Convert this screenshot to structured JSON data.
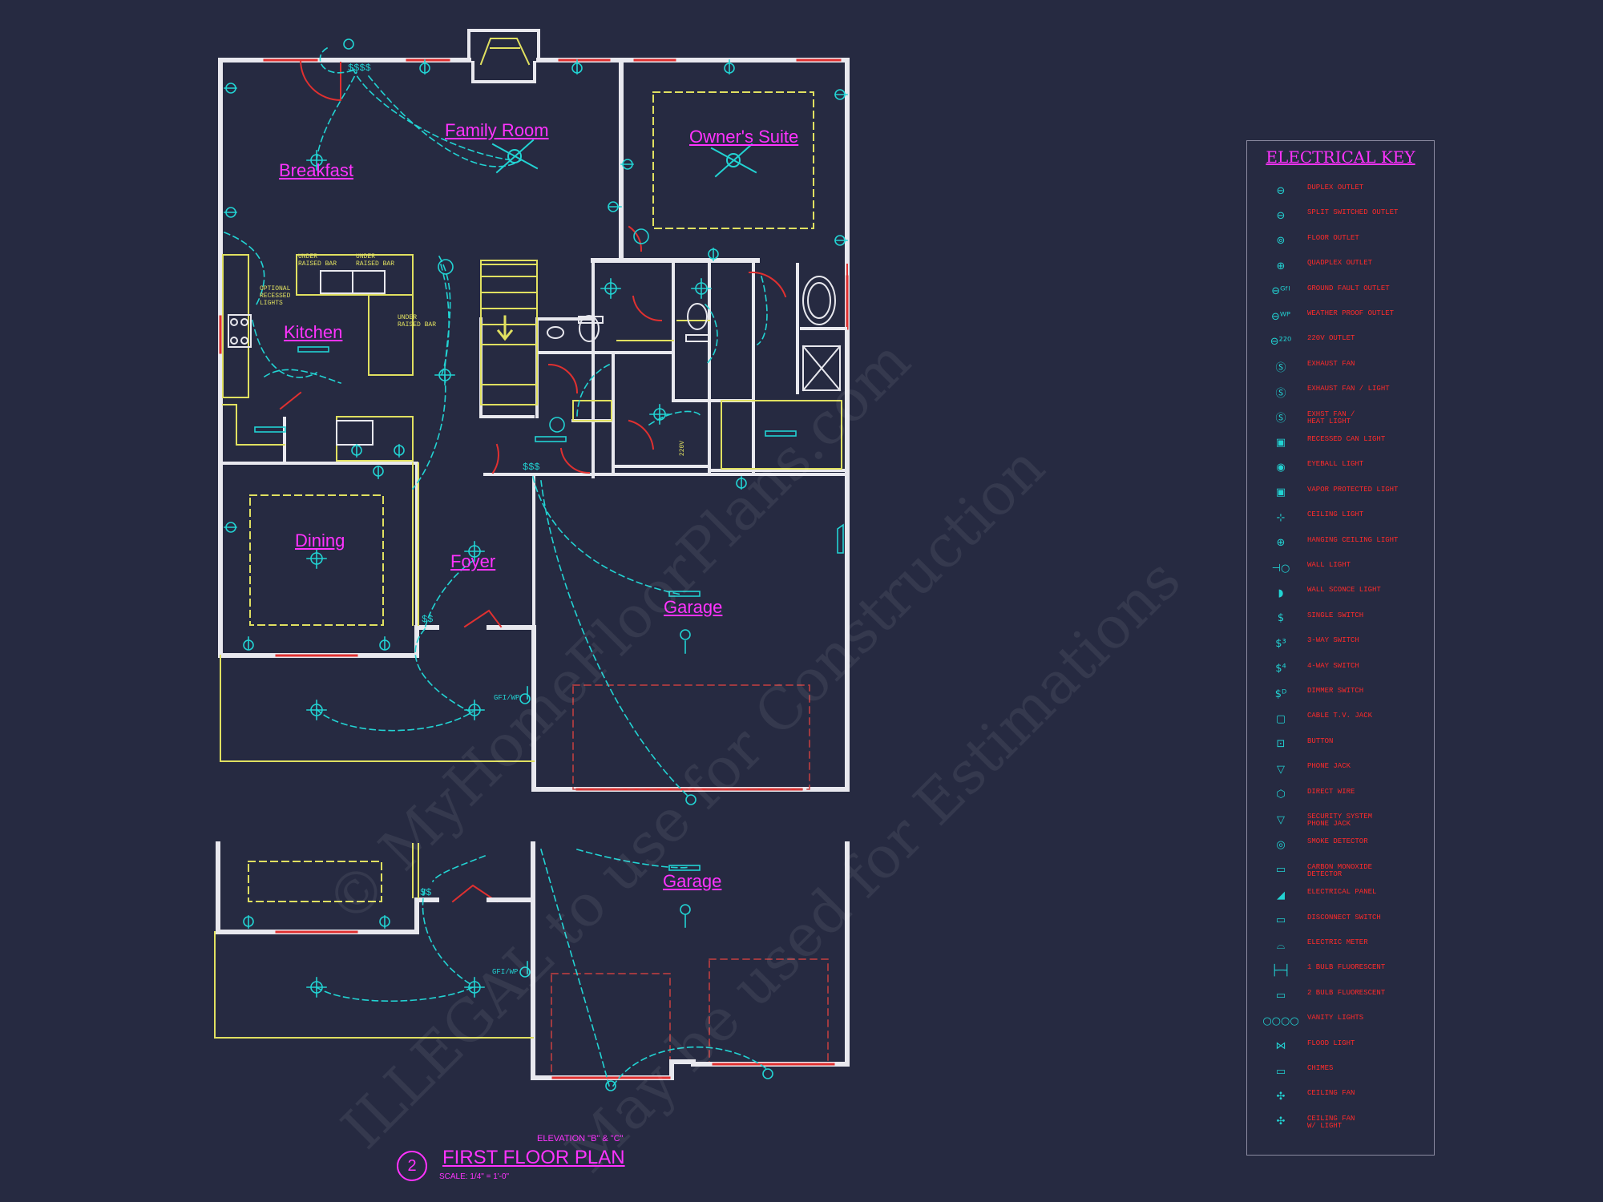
{
  "rooms": {
    "family_room": "Family Room",
    "breakfast": "Breakfast",
    "owners_suite": "Owner's Suite",
    "kitchen": "Kitchen",
    "dining": "Dining",
    "foyer": "Foyer",
    "garage": "Garage",
    "garage_alt": "Garage"
  },
  "notes": {
    "under_raised_bar_1": "UNDER\nRAISED BAR",
    "under_raised_bar_2": "UNDER\nRAISED BAR",
    "under_raised_bar_3": "UNDER\nRAISED BAR",
    "optional_recessed": "OPTIONAL\nRECESSED\nLIGHTS",
    "gfi_wp_1": "GFI/WP",
    "gfi_wp_2": "GFI/WP",
    "v220": "220V",
    "switches_1": "$$$$",
    "switches_2": "$$$",
    "switches_3": "$$",
    "switches_4": "$$"
  },
  "title_block": {
    "number": "2",
    "title": "FIRST FLOOR PLAN",
    "elevation": "ELEVATION \"B\" & \"C\"",
    "scale": "SCALE: 1/4\" = 1'-0\""
  },
  "watermark": {
    "line1": "© MyHomeFloorPlans.com",
    "line2": "ILLEGAL to use for Construction",
    "line3": "May be used for Estimations"
  },
  "key": {
    "title": "ELECTRICAL KEY",
    "items": [
      {
        "icon": "duplex-outlet-icon",
        "glyph": "⊖",
        "label": "DUPLEX OUTLET"
      },
      {
        "icon": "split-switched-outlet-icon",
        "glyph": "⊖",
        "label": "SPLIT SWITCHED OUTLET"
      },
      {
        "icon": "floor-outlet-icon",
        "glyph": "⊚",
        "label": "FLOOR OUTLET"
      },
      {
        "icon": "quadplex-outlet-icon",
        "glyph": "⊕",
        "label": "QUADPLEX OUTLET"
      },
      {
        "icon": "ground-fault-outlet-icon",
        "glyph": "⊖ᴳᶠᴵ",
        "label": "GROUND FAULT OUTLET"
      },
      {
        "icon": "weather-proof-outlet-icon",
        "glyph": "⊖ᵂᴾ",
        "label": "WEATHER PROOF OUTLET"
      },
      {
        "icon": "220v-outlet-icon",
        "glyph": "⊖²²⁰",
        "label": "220V OUTLET"
      },
      {
        "icon": "exhaust-fan-icon",
        "glyph": "Ⓢ",
        "label": "EXHAUST FAN"
      },
      {
        "icon": "exhaust-fan-light-icon",
        "glyph": "Ⓢ",
        "label": "EXHAUST FAN / LIGHT"
      },
      {
        "icon": "exhaust-fan-heat-light-icon",
        "glyph": "Ⓢ",
        "label": "EXHST FAN /\nHEAT LIGHT"
      },
      {
        "icon": "recessed-can-light-icon",
        "glyph": "▣",
        "label": "RECESSED CAN LIGHT"
      },
      {
        "icon": "eyeball-light-icon",
        "glyph": "◉",
        "label": "EYEBALL LIGHT"
      },
      {
        "icon": "vapor-protected-light-icon",
        "glyph": "▣",
        "label": "VAPOR PROTECTED LIGHT"
      },
      {
        "icon": "ceiling-light-icon",
        "glyph": "⊹",
        "label": "CEILING LIGHT"
      },
      {
        "icon": "hanging-ceiling-light-icon",
        "glyph": "⊕",
        "label": "HANGING CEILING LIGHT"
      },
      {
        "icon": "wall-light-icon",
        "glyph": "⊣○",
        "label": "WALL LIGHT"
      },
      {
        "icon": "wall-sconce-light-icon",
        "glyph": "◗",
        "label": "WALL SCONCE LIGHT"
      },
      {
        "icon": "single-switch-icon",
        "glyph": "$",
        "label": "SINGLE SWITCH"
      },
      {
        "icon": "3-way-switch-icon",
        "glyph": "$³",
        "label": "3-WAY SWITCH"
      },
      {
        "icon": "4-way-switch-icon",
        "glyph": "$⁴",
        "label": "4-WAY SWITCH"
      },
      {
        "icon": "dimmer-switch-icon",
        "glyph": "$ᴰ",
        "label": "DIMMER SWITCH"
      },
      {
        "icon": "cable-tv-jack-icon",
        "glyph": "▢",
        "label": "CABLE T.V. JACK"
      },
      {
        "icon": "button-icon",
        "glyph": "⊡",
        "label": "BUTTON"
      },
      {
        "icon": "phone-jack-icon",
        "glyph": "▽",
        "label": "PHONE JACK"
      },
      {
        "icon": "direct-wire-icon",
        "glyph": "⬡",
        "label": "DIRECT WIRE"
      },
      {
        "icon": "security-system-phone-jack-icon",
        "glyph": "▽",
        "label": "SECURITY SYSTEM\nPHONE JACK"
      },
      {
        "icon": "smoke-detector-icon",
        "glyph": "◎",
        "label": "SMOKE DETECTOR"
      },
      {
        "icon": "carbon-monoxide-detector-icon",
        "glyph": "▭",
        "label": "CARBON MONOXIDE\nDETECTOR"
      },
      {
        "icon": "electrical-panel-icon",
        "glyph": "◢",
        "label": "ELECTRICAL PANEL"
      },
      {
        "icon": "disconnect-switch-icon",
        "glyph": "▭",
        "label": "DISCONNECT SWITCH"
      },
      {
        "icon": "electric-meter-icon",
        "glyph": "⌓",
        "label": "ELECTRIC METER"
      },
      {
        "icon": "1-bulb-fluorescent-icon",
        "glyph": "├─┤",
        "label": "1 BULB FLUORESCENT"
      },
      {
        "icon": "2-bulb-fluorescent-icon",
        "glyph": "▭",
        "label": "2 BULB FLUORESCENT"
      },
      {
        "icon": "vanity-lights-icon",
        "glyph": "○○○○",
        "label": "VANITY LIGHTS"
      },
      {
        "icon": "flood-light-icon",
        "glyph": "⋈",
        "label": "FLOOD LIGHT"
      },
      {
        "icon": "chimes-icon",
        "glyph": "▭",
        "label": "CHIMES"
      },
      {
        "icon": "ceiling-fan-icon",
        "glyph": "✣",
        "label": "CEILING FAN"
      },
      {
        "icon": "ceiling-fan-light-icon",
        "glyph": "✣",
        "label": "CEILING FAN\nW/ LIGHT"
      }
    ]
  }
}
